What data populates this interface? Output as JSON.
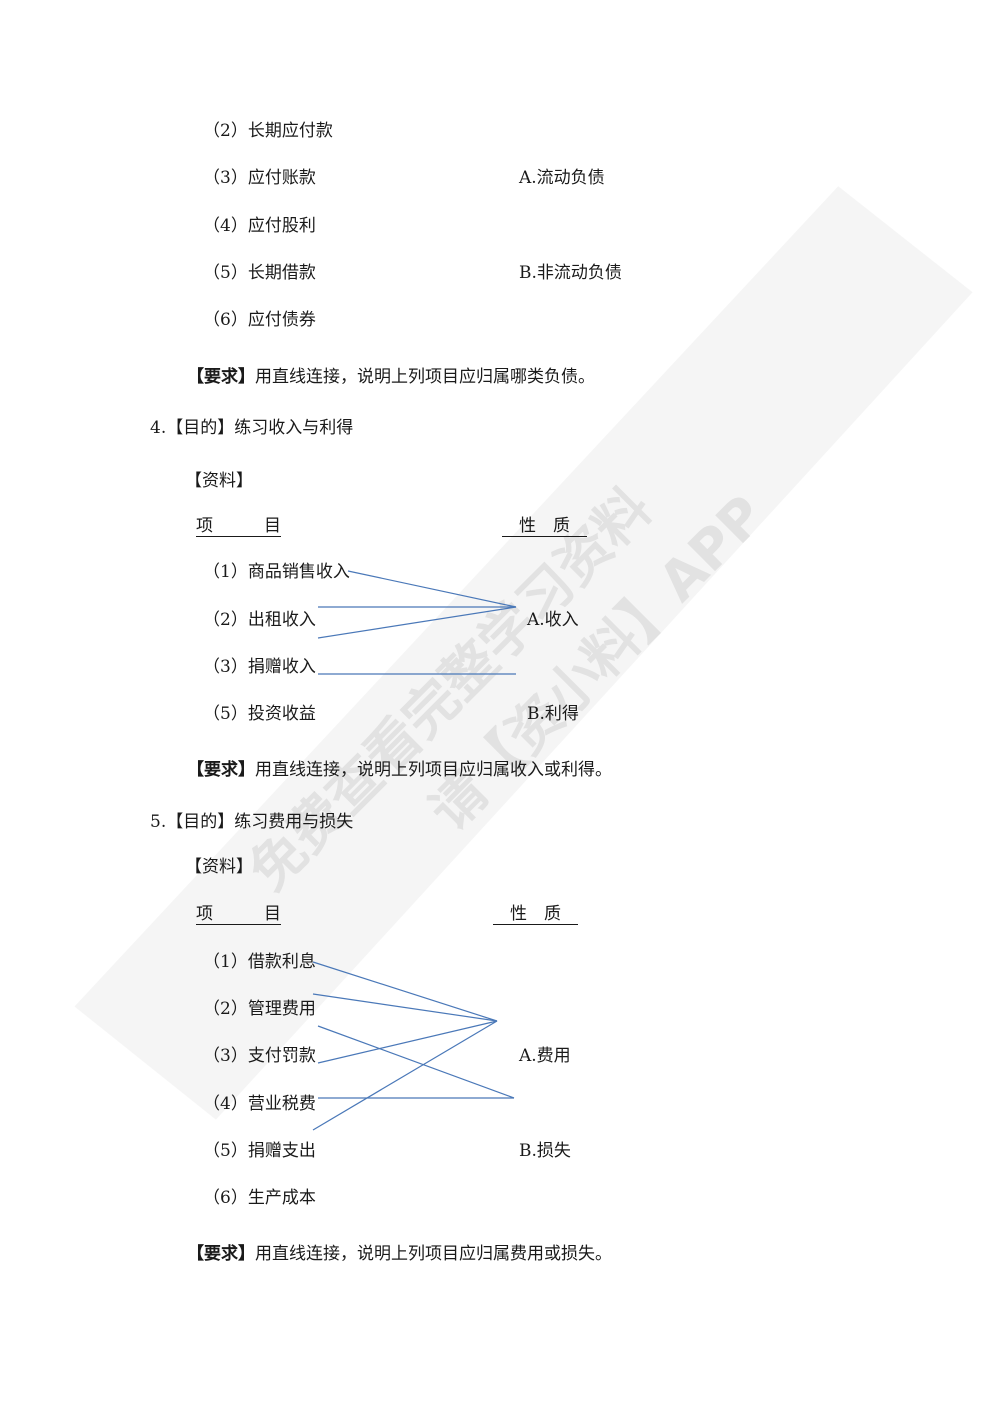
{
  "section3": {
    "items": [
      "（2）长期应付款",
      "（3）应付账款",
      "（4）应付股利",
      "（5）长期借款",
      "（6）应付债券"
    ],
    "options": [
      "A.流动负债",
      "B.非流动负债"
    ],
    "requirement_tag": "【要求】",
    "requirement_text": "用直线连接，说明上列项目应归属哪类负债。"
  },
  "section4": {
    "heading": "4.【目的】练习收入与利得",
    "material_label": "【资料】",
    "col_items": "项　　　目",
    "col_nature": "　性　质　",
    "items": [
      "（1）商品销售收入",
      "（2）出租收入",
      "（3）捐赠收入",
      "（5）投资收益"
    ],
    "options": [
      "A.收入",
      "B.利得"
    ],
    "requirement_tag": "【要求】",
    "requirement_text": "用直线连接，说明上列项目应归属收入或利得。"
  },
  "section5": {
    "heading": "5.【目的】练习费用与损失",
    "material_label": "【资料】",
    "col_items": "项　　　目",
    "col_nature": "　性　质　",
    "items": [
      "（1）借款利息",
      "（2）管理费用",
      "（3）支付罚款",
      "（4）营业税费",
      "（5）捐赠支出",
      "（6）生产成本"
    ],
    "options": [
      "A.费用",
      "B.损失"
    ],
    "requirement_tag": "【要求】",
    "requirement_text": "用直线连接，说明上列项目应归属费用或损失。"
  },
  "watermark": {
    "line1": "免费查看完整学习资料",
    "line2": "请【资小料】APP"
  },
  "colors": {
    "connector": "#4a78b8",
    "watermark": "#d4d4d4"
  }
}
